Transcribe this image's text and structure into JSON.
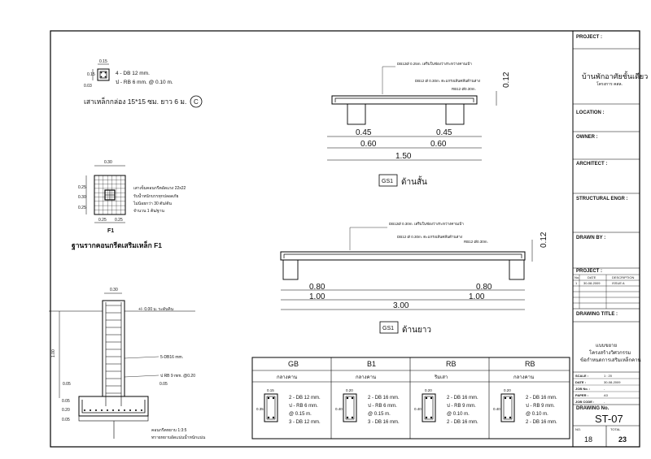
{
  "title_block": {
    "project_label": "PROJECT :",
    "project_name": "บ้านพักอาศัยชั้นเดียว",
    "project_sub": "โครงการ คสล.",
    "location_label": "LOCATION :",
    "owner_label": "OWNER :",
    "architect_label": "ARCHITECT :",
    "structural_label": "STRUCTURAL ENGR :",
    "drawn_label": "DRAWN BY :",
    "project2_label": "PROJECT :",
    "rev_headers": [
      "No.",
      "DATE",
      "DESCRIPTION"
    ],
    "rev_row": [
      "1",
      "30-08-2009",
      "ISSUE A"
    ],
    "drawing_title_label": "DRAWING TITLE :",
    "drawing_title_lines": [
      "แบบขยาย",
      "โครงสร้างวิศวกรรม",
      "ข้อกำหนดการเสริมเหล็กคาน"
    ],
    "scale_label": "SCALE :",
    "scale_value": "1 : 20",
    "date_label": "DATE :",
    "date_value": "30-08-2009",
    "job_label": "JOB No. :",
    "job_value": "-",
    "paper_label": "PAPER :",
    "paper_value": "A3",
    "jobcode_label": "JOB CODE :",
    "jobcode_value": "-",
    "drawing_no_label": "DRAWING No.",
    "drawing_no": "ST-07",
    "no_label": "NO.",
    "total_label": "TOTAL",
    "sheet_no": "18",
    "sheet_total": "23"
  },
  "column_c": {
    "dim_top": "0.15",
    "dim_side": "0.15",
    "dim_cover": "0.03",
    "rebar_main": "4 - DB 12 mm.",
    "rebar_stirrup": "ป - RB 6 mm. @ 0.10 m.",
    "caption": "เสาเหล็กกล่อง 15*15 ซม. ยาว 6 ม.",
    "tag": "C"
  },
  "footing_f1": {
    "dim_top": "0.30",
    "dim_left_1": "0.25",
    "dim_left_2": "0.30",
    "dim_left_3": "0.25",
    "dim_bottom_1": "0.25",
    "dim_bottom_2": "0.25",
    "notes": [
      "เสาเข็มคอนกรีตอัดแรง 22x22",
      "รับน้ำหนักบรรทุกปลอดภัย",
      "ไม่น้อยกว่า 30 ตัน/ต้น",
      "จำนวน 1 ต้น/ฐาน"
    ],
    "tag": "F1",
    "caption": "ฐานรากคอนกรีตเสริมเหล็ก  F1"
  },
  "footing_section": {
    "dim_top": "0.30",
    "level_note": "+/- 0.00 ม. ระดับดิน",
    "dim_height": "1.00",
    "rebar_1": "5-DB16 mm.",
    "rebar_2": "ป RB 9 mm. @0.20",
    "dim_05": "0.05",
    "dim_05b": "0.05",
    "dim_base_1": "0.05",
    "dim_base_2": "0.20",
    "dim_base_3": "0.05",
    "note_1": "คอนกรีตหยาบ 1:3:5",
    "note_2": "ทรายหยาบอัดแน่นน้ำหนักแน่น"
  },
  "beam_gs1_short": {
    "note_top": "DB12Ø 0.25m. เสริมในช่องว่างระหว่างคานเป้า",
    "note_mid": "DB12 Ø 0.30m. ตะแกรงเส้นคลีนด้านล่าง",
    "note_rb": "RB12 Ø0.30m.",
    "dim_thick": "0.12",
    "dims": [
      "0.45",
      "0.45",
      "0.60",
      "0.60",
      "1.50"
    ],
    "tag": "GS1",
    "caption": "ด้านสั้น"
  },
  "beam_gs1_long": {
    "note_top": "DB12Ø 0.30m. เสริมในช่องว่างระหว่างคานเป้า",
    "note_mid": "DB12 Ø 0.30m. ตะแกรงเส้นคลีนด้านล่าง",
    "note_rb": "RB12 Ø0.30m.",
    "dim_thick": "0.12",
    "dims": [
      "0.80",
      "0.80",
      "1.00",
      "1.00",
      "3.00"
    ],
    "tag": "GS1",
    "caption": "ด้านยาว"
  },
  "beam_table": {
    "columns": [
      {
        "name": "GB",
        "sub": "กลางคาน",
        "w": "0.15",
        "h": "0.35",
        "lines": [
          "2 - DB 12 mm.",
          "ป - RB 6 mm.",
          "@ 0.15 m.",
          "3 - DB 12 mm."
        ]
      },
      {
        "name": "B1",
        "sub": "กลางคาน",
        "w": "0.20",
        "h": "0.40",
        "lines": [
          "2 - DB 16 mm.",
          "ป - RB 6 mm.",
          "@ 0.15 m.",
          "3 - DB 16 mm."
        ]
      },
      {
        "name": "RB",
        "sub": "ริมเสา",
        "w": "0.20",
        "h": "0.40",
        "lines": [
          "2 - DB 16 mm.",
          "ป - RB 9 mm.",
          "@ 0.10 m.",
          "2 - DB 16 mm."
        ]
      },
      {
        "name": "RB",
        "sub": "กลางคาน",
        "w": "0.20",
        "h": "0.40",
        "lines": [
          "2 - DB 16 mm.",
          "ป - RB 9 mm.",
          "@ 0.10 m.",
          "2 - DB 16 mm."
        ]
      }
    ]
  }
}
